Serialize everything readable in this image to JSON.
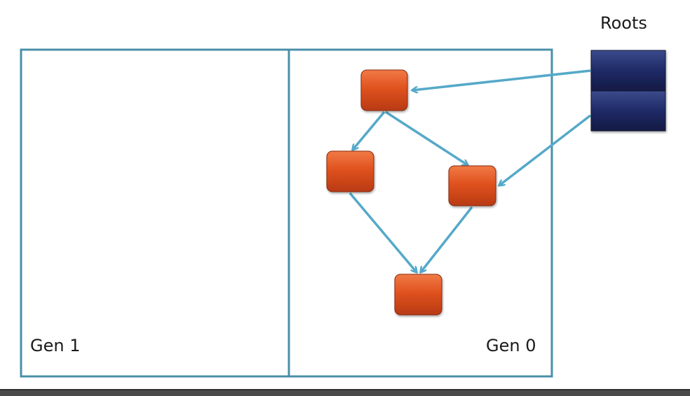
{
  "labels": {
    "roots": "Roots",
    "gen1": "Gen 1",
    "gen0": "Gen 0"
  },
  "colors": {
    "border": "#4a8fa8",
    "arrow": "#55a9c9",
    "object": "#e0521f",
    "root": "#1e2860"
  }
}
